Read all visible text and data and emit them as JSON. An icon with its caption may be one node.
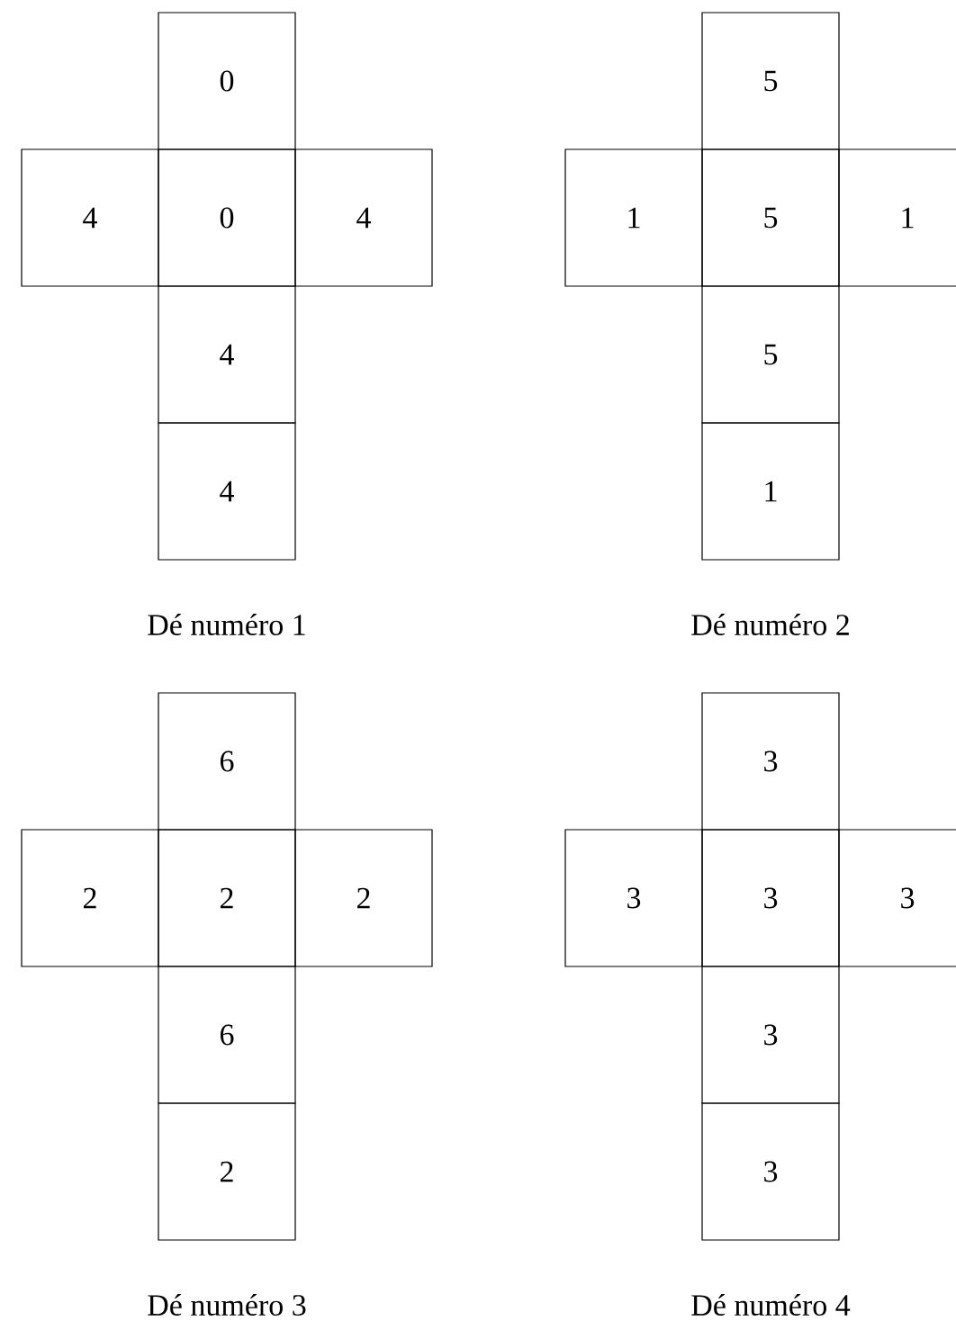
{
  "diagram": {
    "nodes": [
      {
        "text": [
          "0"
        ]
      },
      {
        "text": [
          "4"
        ]
      },
      {
        "text": [
          "0"
        ]
      },
      {
        "text": [
          "4"
        ]
      },
      {
        "text": [
          "4"
        ]
      },
      {
        "text": [
          "4"
        ]
      },
      {
        "text": [
          "5"
        ]
      },
      {
        "text": [
          "1"
        ]
      },
      {
        "text": [
          "5"
        ]
      },
      {
        "text": [
          "1"
        ]
      },
      {
        "text": [
          "5"
        ]
      },
      {
        "text": [
          "1"
        ]
      },
      {
        "text": [
          "6"
        ]
      },
      {
        "text": [
          "2"
        ]
      },
      {
        "text": [
          "2"
        ]
      },
      {
        "text": [
          "2"
        ]
      },
      {
        "text": [
          "6"
        ]
      },
      {
        "text": [
          "2"
        ]
      },
      {
        "text": [
          "3"
        ]
      },
      {
        "text": [
          "3"
        ]
      },
      {
        "text": [
          "3"
        ]
      },
      {
        "text": [
          "3"
        ]
      },
      {
        "text": [
          "3"
        ]
      },
      {
        "text": [
          "3"
        ]
      }
    ],
    "labels": [
      "Dé numéro 1",
      "Dé numéro 2",
      "Dé numéro 3",
      "Dé numéro 4"
    ]
  }
}
